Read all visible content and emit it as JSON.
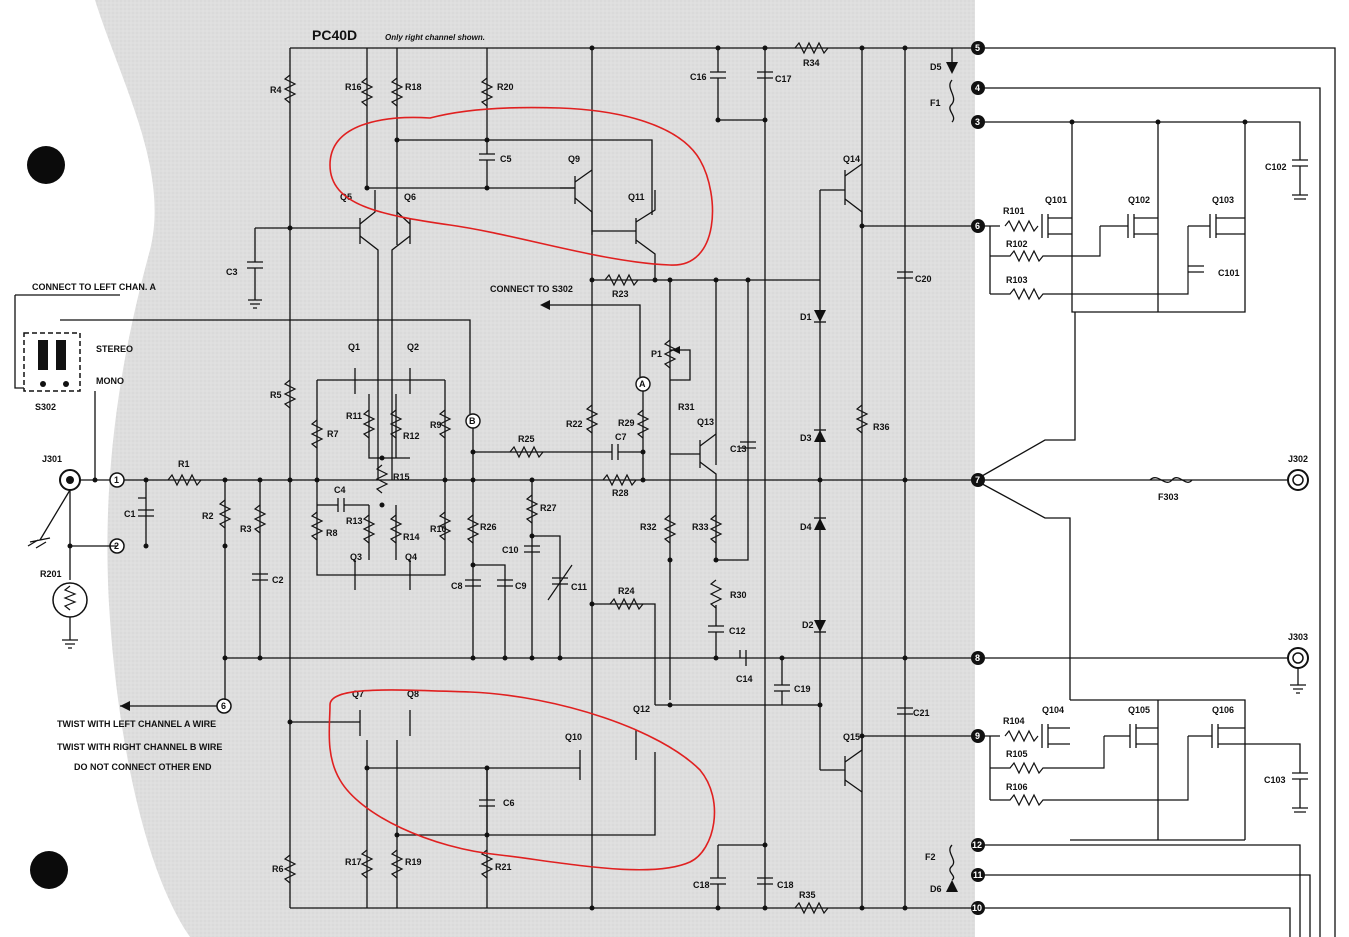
{
  "title": "PC40D",
  "subtitle": "Only right channel shown.",
  "notes": {
    "connect_left": "CONNECT TO LEFT CHAN. A",
    "connect_s302": "CONNECT TO S302",
    "stereo": "STEREO",
    "mono": "MONO",
    "twist_a": "TWIST WITH LEFT CHANNEL A WIRE",
    "twist_b": "TWIST WITH RIGHT CHANNEL B WIRE",
    "no_connect": "DO NOT CONNECT OTHER END"
  },
  "connectors": {
    "s302": "S302",
    "j301": "J301",
    "j302": "J302",
    "j303": "J303"
  },
  "terminals": [
    "1",
    "2",
    "3",
    "4",
    "5",
    "6",
    "7",
    "8",
    "9",
    "10",
    "11",
    "12"
  ],
  "test_points": [
    "A",
    "B"
  ],
  "labels": {
    "R1": "R1",
    "R2": "R2",
    "R3": "R3",
    "R4": "R4",
    "R5": "R5",
    "R6": "R6",
    "R7": "R7",
    "R8": "R8",
    "R9": "R9",
    "R10": "R10",
    "R11": "R11",
    "R12": "R12",
    "R13": "R13",
    "R14": "R14",
    "R15": "R15",
    "R16": "R16",
    "R17": "R17",
    "R18": "R18",
    "R19": "R19",
    "R20": "R20",
    "R21": "R21",
    "R22": "R22",
    "R23": "R23",
    "R24": "R24",
    "R25": "R25",
    "R26": "R26",
    "R27": "R27",
    "R28": "R28",
    "R29": "R29",
    "R30": "R30",
    "R31": "R31",
    "R32": "R32",
    "R33": "R33",
    "R34": "R34",
    "R35": "R35",
    "R36": "R36",
    "R101": "R101",
    "R102": "R102",
    "R103": "R103",
    "R104": "R104",
    "R105": "R105",
    "R106": "R106",
    "R201": "R201",
    "C1": "C1",
    "C2": "C2",
    "C3": "C3",
    "C4": "C4",
    "C5": "C5",
    "C6": "C6",
    "C7": "C7",
    "C8": "C8",
    "C9": "C9",
    "C10": "C10",
    "C11": "C11",
    "C12": "C12",
    "C13": "C13",
    "C14": "C14",
    "C16": "C16",
    "C17": "C17",
    "C18": "C18",
    "C19": "C19",
    "C20": "C20",
    "C21": "C21",
    "C101": "C101",
    "C102": "C102",
    "C103": "C103",
    "Q1": "Q1",
    "Q2": "Q2",
    "Q3": "Q3",
    "Q4": "Q4",
    "Q5": "Q5",
    "Q6": "Q6",
    "Q7": "Q7",
    "Q8": "Q8",
    "Q9": "Q9",
    "Q10": "Q10",
    "Q11": "Q11",
    "Q12": "Q12",
    "Q13": "Q13",
    "Q14": "Q14",
    "Q15": "Q15",
    "Q101": "Q101",
    "Q102": "Q102",
    "Q103": "Q103",
    "Q104": "Q104",
    "Q105": "Q105",
    "Q106": "Q106",
    "D1": "D1",
    "D2": "D2",
    "D3": "D3",
    "D4": "D4",
    "D5": "D5",
    "D6": "D6",
    "F1": "F1",
    "F2": "F2",
    "F303": "F303",
    "P1": "P1"
  },
  "colors": {
    "ink": "#111111",
    "paper_shade": "#dcdcdc",
    "highlight": "#e02020"
  }
}
